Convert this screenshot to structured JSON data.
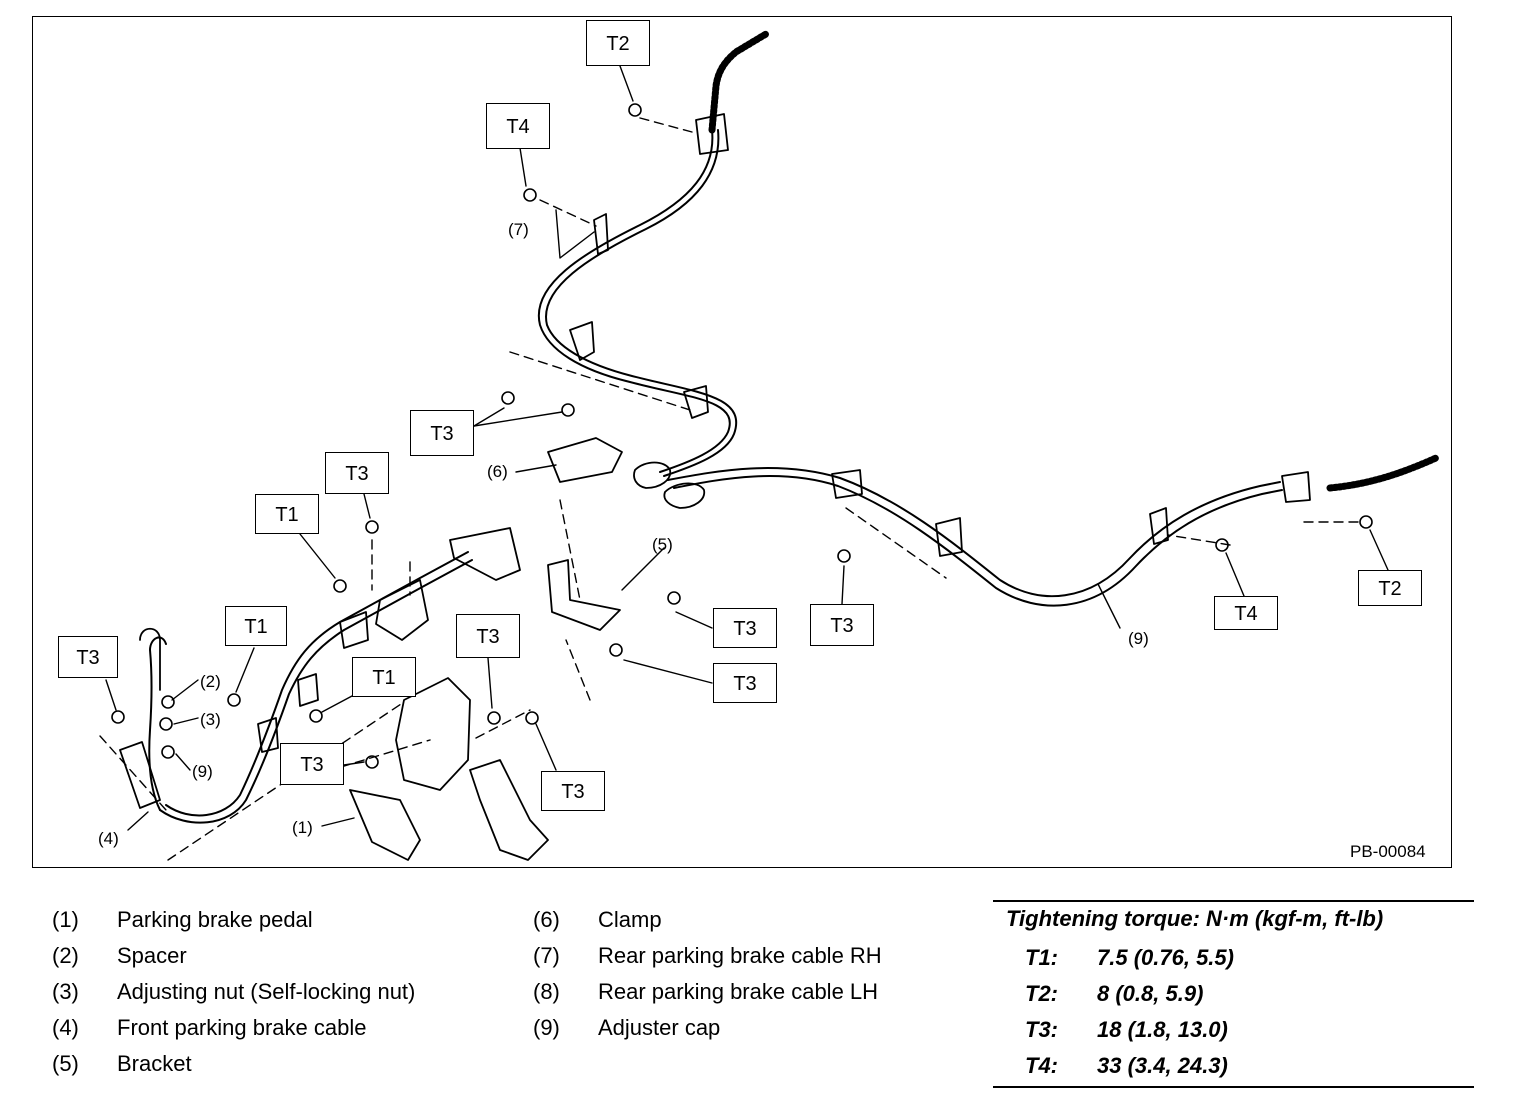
{
  "figure": {
    "id": "PB-00084",
    "callouts": [
      {
        "key": "t2a",
        "label": "T2"
      },
      {
        "key": "t4a",
        "label": "T4"
      },
      {
        "key": "t3a",
        "label": "T3"
      },
      {
        "key": "t3b",
        "label": "T3"
      },
      {
        "key": "t1a",
        "label": "T1"
      },
      {
        "key": "t1b",
        "label": "T1"
      },
      {
        "key": "t1c",
        "label": "T1"
      },
      {
        "key": "t3c",
        "label": "T3"
      },
      {
        "key": "t3d",
        "label": "T3"
      },
      {
        "key": "t3e",
        "label": "T3"
      },
      {
        "key": "t3f",
        "label": "T3"
      },
      {
        "key": "t3g",
        "label": "T3"
      },
      {
        "key": "t3h",
        "label": "T3"
      },
      {
        "key": "t3i",
        "label": "T3"
      },
      {
        "key": "t4b",
        "label": "T4"
      },
      {
        "key": "t2b",
        "label": "T2"
      }
    ],
    "part_refs": [
      {
        "key": "p7",
        "label": "(7)"
      },
      {
        "key": "p6",
        "label": "(6)"
      },
      {
        "key": "p5",
        "label": "(5)"
      },
      {
        "key": "p9a",
        "label": "(9)"
      },
      {
        "key": "p2",
        "label": "(2)"
      },
      {
        "key": "p3",
        "label": "(3)"
      },
      {
        "key": "p9b",
        "label": "(9)"
      },
      {
        "key": "p4",
        "label": "(4)"
      },
      {
        "key": "p1",
        "label": "(1)"
      }
    ]
  },
  "legend": {
    "left": [
      {
        "num": "(1)",
        "name": "Parking brake pedal"
      },
      {
        "num": "(2)",
        "name": "Spacer"
      },
      {
        "num": "(3)",
        "name": "Adjusting nut (Self-locking nut)"
      },
      {
        "num": "(4)",
        "name": "Front parking brake cable"
      },
      {
        "num": "(5)",
        "name": "Bracket"
      }
    ],
    "right": [
      {
        "num": "(6)",
        "name": "Clamp"
      },
      {
        "num": "(7)",
        "name": "Rear parking brake cable RH"
      },
      {
        "num": "(8)",
        "name": "Rear parking brake cable LH"
      },
      {
        "num": "(9)",
        "name": "Adjuster cap"
      }
    ]
  },
  "torque": {
    "title": "Tightening torque: N·m (kgf-m, ft-lb)",
    "rows": [
      {
        "key": "T1:",
        "value": "7.5 (0.76, 5.5)"
      },
      {
        "key": "T2:",
        "value": "8 (0.8, 5.9)"
      },
      {
        "key": "T3:",
        "value": "18 (1.8, 13.0)"
      },
      {
        "key": "T4:",
        "value": "33 (3.4, 24.3)"
      }
    ]
  }
}
